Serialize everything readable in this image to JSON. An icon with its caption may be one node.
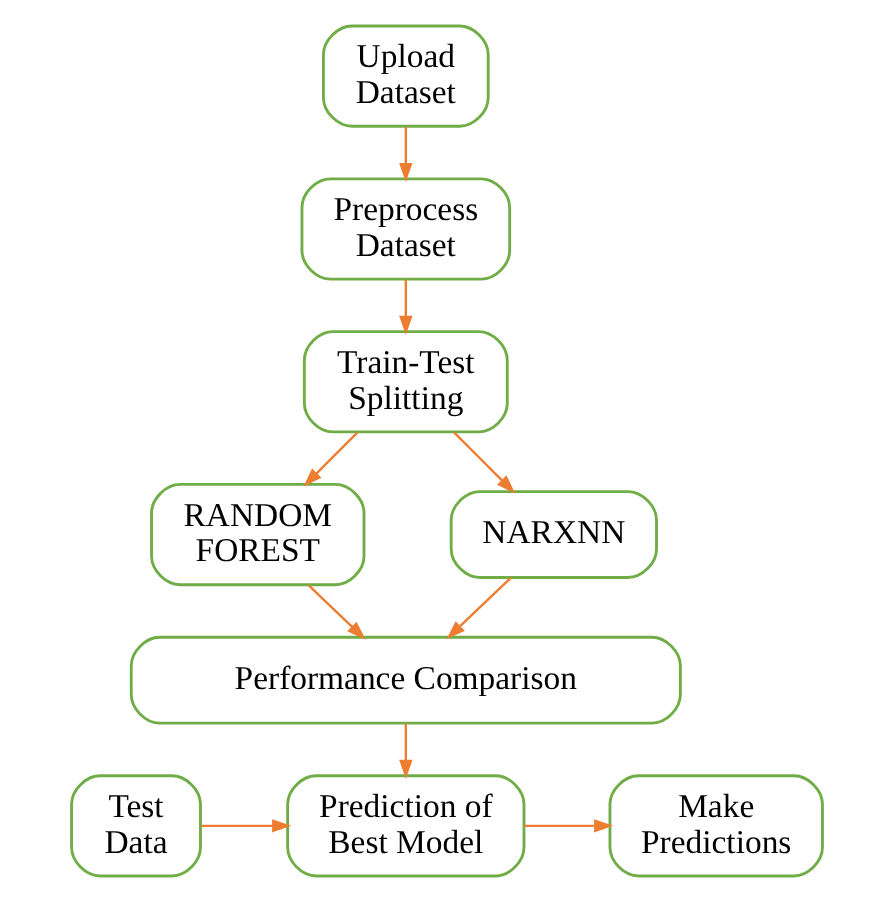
{
  "diagram": {
    "nodes": [
      {
        "text": [
          "Upload Dataset"
        ]
      },
      {
        "text": [
          "Preprocess Dataset"
        ]
      },
      {
        "text": [
          "Train-Test Splitting"
        ]
      },
      {
        "text": [
          "RANDOM FOREST"
        ]
      },
      {
        "text": [
          "NARXNN"
        ]
      },
      {
        "text": [
          "Performance Comparison"
        ]
      },
      {
        "text": [
          "Test Data"
        ]
      },
      {
        "text": [
          "Prediction of Best Model"
        ]
      },
      {
        "text": [
          "Make Predictions"
        ]
      }
    ],
    "edges": [
      {
        "from": 0,
        "to": 1,
        "arrow": "to"
      },
      {
        "from": 1,
        "to": 2,
        "arrow": "to"
      },
      {
        "from": 2,
        "to": 3,
        "arrow": "to"
      },
      {
        "from": 2,
        "to": 4,
        "arrow": "to"
      },
      {
        "from": 3,
        "to": 5,
        "arrow": "to"
      },
      {
        "from": 4,
        "to": 5,
        "arrow": "to"
      },
      {
        "from": 5,
        "to": 7,
        "arrow": "to"
      },
      {
        "from": 6,
        "to": 7,
        "arrow": "to"
      },
      {
        "from": 7,
        "to": 8,
        "arrow": "to"
      }
    ]
  }
}
